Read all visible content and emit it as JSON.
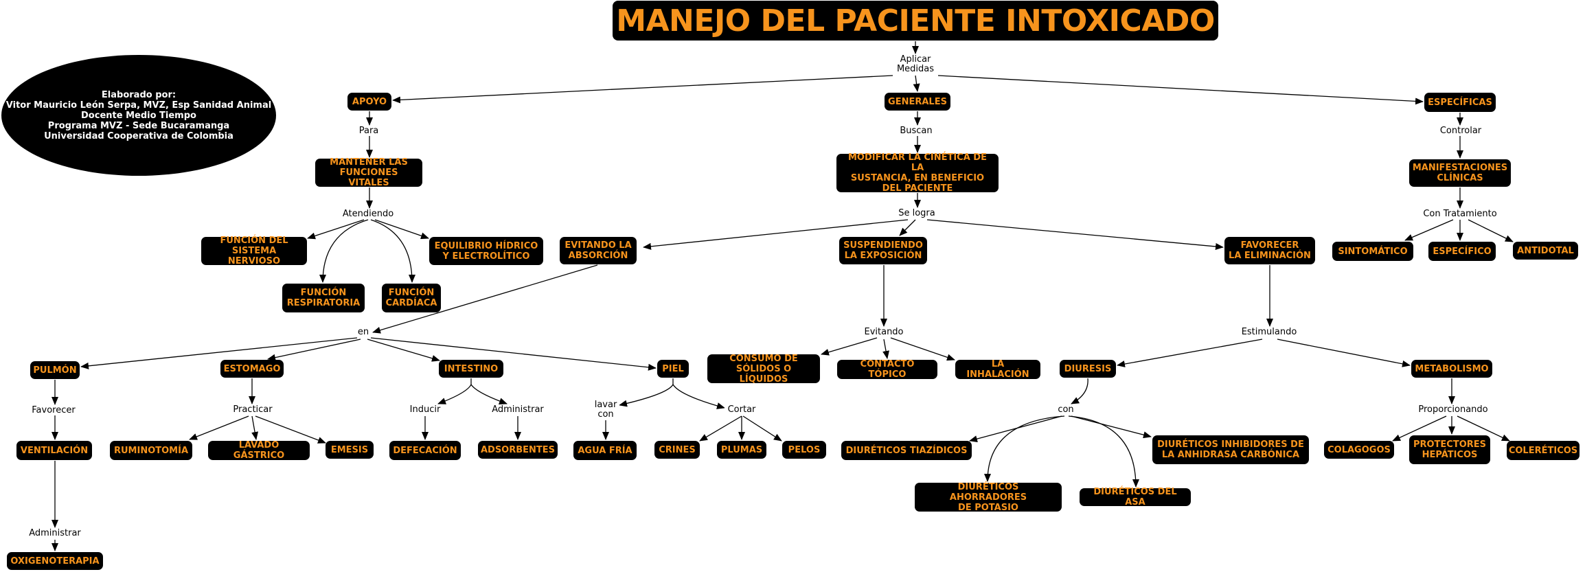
{
  "title": "MANEJO DEL PACIENTE INTOXICADO",
  "author": {
    "lines": [
      "Elaborado por:",
      "Vitor Mauricio León Serpa, MVZ, Esp Sanidad Animal",
      "Docente Medio Tiempo",
      "Programa MVZ - Sede Bucaramanga",
      "Universidad Cooperativa de Colombia"
    ]
  },
  "colors": {
    "node_bg": "#000000",
    "node_text": "#f7941d",
    "label_text": "#000000",
    "edge": "#000000"
  },
  "nodes": {
    "apoyo": "APOYO",
    "generales": "GENERALES",
    "especificas": "ESPECÍFICAS",
    "mantener": "MANTENER LAS\nFUNCIONES VITALES",
    "modificar": "MODIFICAR LA CINÉTICA DE LA\nSUSTANCIA, EN BENEFICIO\nDEL PACIENTE",
    "manifestaciones": "MANIFESTACIONES\nCLÍNICAS",
    "func_nervioso": "FUNCIÓN DEL\nSISTEMA NERVIOSO",
    "equilibrio": "EQUILIBRIO HÍDRICO\nY ELECTROLÍTICO",
    "func_respiratoria": "FUNCIÓN\nRESPIRATORIA",
    "func_cardiaca": "FUNCIÓN\nCARDÍACA",
    "sintomatico": "SINTOMÁTICO",
    "especifico": "ESPECÍFICO",
    "antidotal": "ANTIDOTAL",
    "evitando_absorcion": "EVITANDO LA\nABSORCIÓN",
    "suspendiendo": "SUSPENDIENDO\nLA EXPOSICIÓN",
    "favorecer_elim": "FAVORECER\nLA ELIMINACIÓN",
    "pulmon": "PULMÓN",
    "estomago": "ESTOMAGO",
    "intestino": "INTESTINO",
    "piel": "PIEL",
    "consumo": "CONSUMO DE\nSÓLIDOS O LÍQUIDOS",
    "contacto": "CONTACTO TÓPICO",
    "inhalacion": "LA INHALACIÓN",
    "diuresis": "DIURESIS",
    "metabolismo": "METABOLISMO",
    "ventilacion": "VENTILACIÓN",
    "ruminotomia": "RUMINOTOMÍA",
    "lavado": "LAVADO GÁSTRICO",
    "emesis": "EMESIS",
    "defecacion": "DEFECACIÓN",
    "adsorbentes": "ADSORBENTES",
    "agua_fria": "AGUA FRÍA",
    "crines": "CRINES",
    "plumas": "PLUMAS",
    "pelos": "PELOS",
    "tiazidicos": "DIURÉTICOS TIAZÍDICOS",
    "inhibidores": "DIURÉTICOS INHIBIDORES DE\nLA ANHIDRASA CARBÓNICA",
    "ahorradores": "DIURÉTICOS AHORRADORES\nDE POTASIO",
    "asa": "DIURÉTICOS DEL ASA",
    "colagogos": "COLAGOGOS",
    "protectores": "PROTECTORES\nHEPÁTICOS",
    "coleretos": "COLERÉTICOS",
    "oxigeno": "OXIGENOTERAPIA"
  },
  "labels": {
    "aplicar": "Aplicar\nMedidas",
    "para": "Para",
    "buscan": "Buscan",
    "controlar": "Controlar",
    "atendiendo": "Atendiendo",
    "se_logra": "Se logra",
    "con_tratamiento": "Con Tratamiento",
    "en": "en",
    "evitando": "Evitando",
    "estimulando": "Estimulando",
    "favorecer": "Favorecer",
    "practicar": "Practicar",
    "inducir": "Inducir",
    "administrar_int": "Administrar",
    "lavar_con": "lavar\ncon",
    "cortar": "Cortar",
    "con": "con",
    "proporcionando": "Proporcionando",
    "administrar_pulmon": "Administrar"
  }
}
